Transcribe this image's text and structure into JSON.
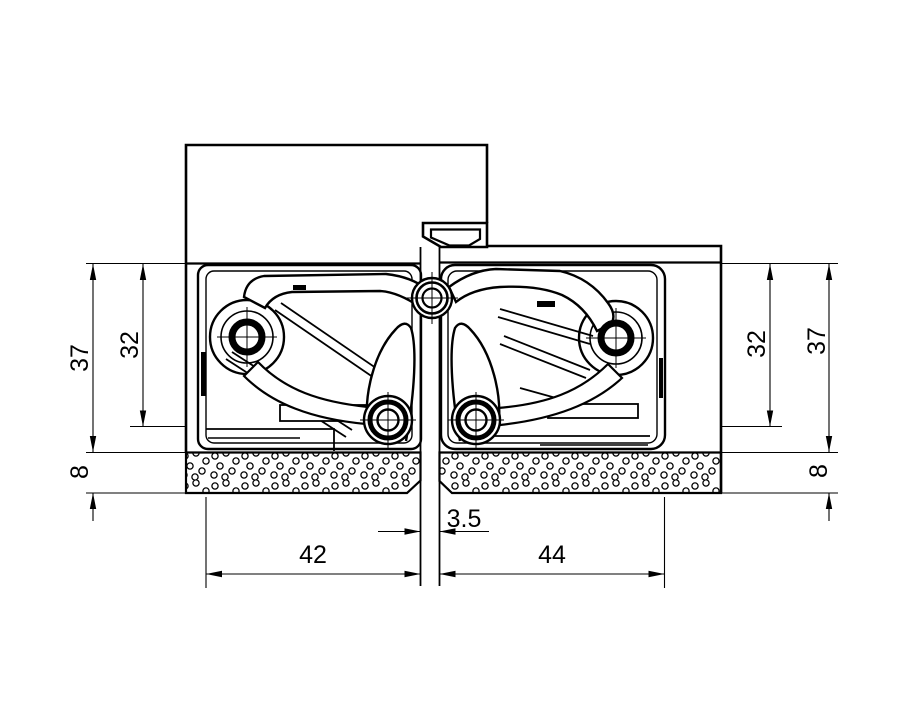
{
  "drawing": {
    "subject": "concealed-hinge-cross-section",
    "background": "#ffffff",
    "line_color": "#000000",
    "dimensions": {
      "left": {
        "overall": "37",
        "inner": "32",
        "seal": "8"
      },
      "right": {
        "inner": "32",
        "overall": "37",
        "seal": "8"
      },
      "bottom": {
        "door_side": "42",
        "gap": "3.5",
        "frame_side": "44"
      }
    }
  }
}
